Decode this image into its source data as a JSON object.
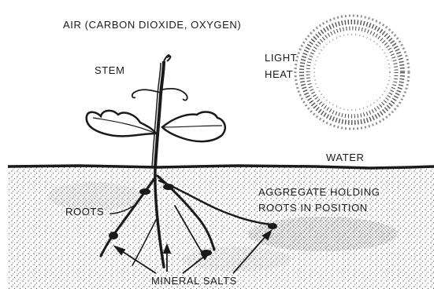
{
  "labels": {
    "air": "AIR (CARBON DIOXIDE, OXYGEN)",
    "stem": "STEM",
    "light": "LIGHT",
    "heat": "HEAT",
    "water": "WATER",
    "aggregate_line1": "AGGREGATE HOLDING",
    "aggregate_line2": "ROOTS IN POSITION",
    "roots": "ROOTS",
    "mineral_salts": "MINERAL SALTS"
  },
  "colors": {
    "ink": "#1a1a1a",
    "background": "#ffffff",
    "soil_stipple": "#444444"
  }
}
